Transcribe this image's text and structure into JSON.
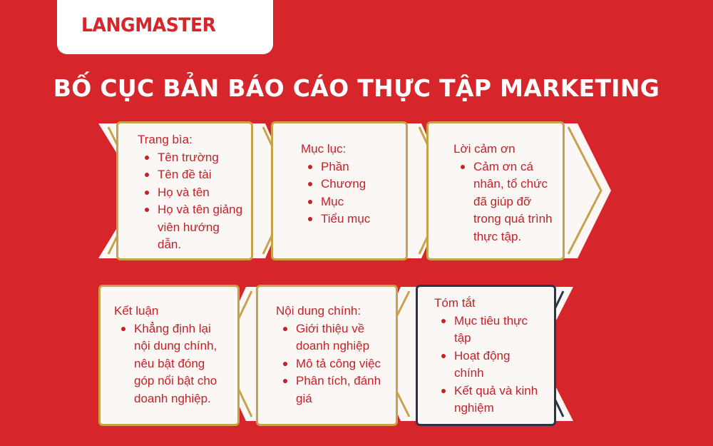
{
  "brand": {
    "logo_text": "LANGMASTER"
  },
  "title": "BỐ CỤC BẢN BÁO CÁO THỰC TẬP MARKETING",
  "steps": [
    {
      "heading": "Trang bìa:",
      "items": [
        "Tên trường",
        "Tên đề tài",
        "Họ và tên",
        "Họ và tên giảng viên hướng dẫn."
      ]
    },
    {
      "heading": "Mục lục:",
      "items": [
        "Phần",
        "Chương",
        "Mục",
        "Tiểu mục"
      ]
    },
    {
      "heading": "Lời cảm ơn",
      "items": [
        "Cảm ơn cá nhân, tổ chức đã giúp đỡ trong quá trình thực tập."
      ]
    },
    {
      "heading": "Tóm tắt",
      "items": [
        "Mục tiêu thực tập",
        "Hoạt động chính",
        "Kết quả và kinh nghiệm"
      ]
    },
    {
      "heading": "Nội dung chính:",
      "items": [
        "Giới thiệu về doanh nghiệp",
        "Mô tả công việc",
        "Phân tích, đánh giá"
      ]
    },
    {
      "heading": "Kết luận",
      "items": [
        "Khẳng định lại nội dung chính, nêu bật đóng góp nổi bật cho doanh nghiệp."
      ]
    }
  ],
  "colors": {
    "background": "#d7262b",
    "text": "#c42127",
    "border_gold": "#c8a24b",
    "border_dark": "#2c3548",
    "card": "#fbf7f4"
  }
}
